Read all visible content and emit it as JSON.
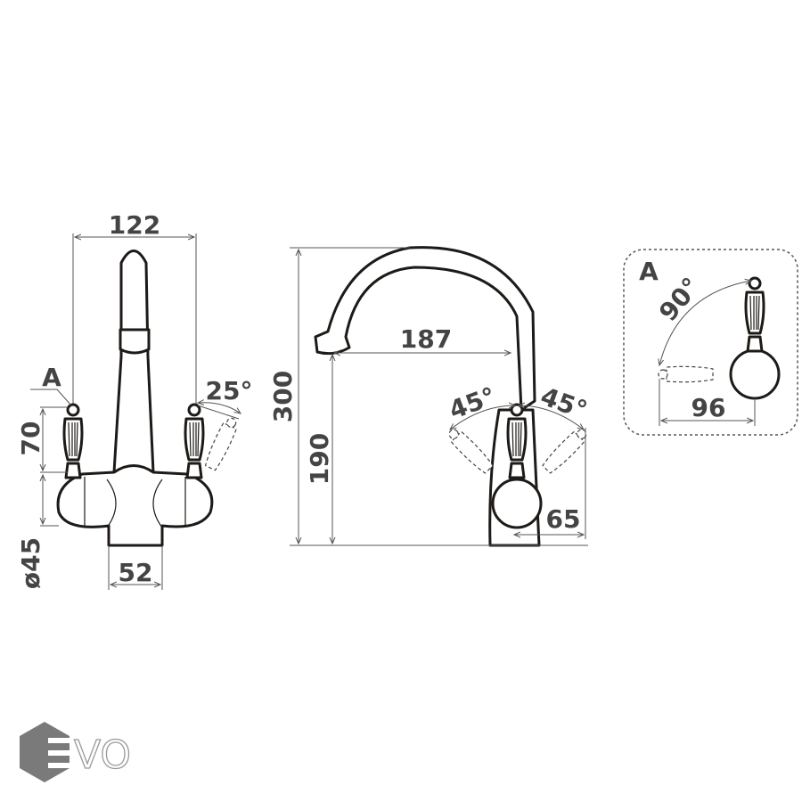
{
  "front_view": {
    "width_label": "122",
    "handle_height_label": "70",
    "base_diameter_label": "ø45",
    "base_width_label": "52",
    "rotation_label": "25°",
    "detail_marker": "A"
  },
  "side_view": {
    "total_height_label": "300",
    "spout_height_label": "190",
    "spout_reach_label": "187",
    "left_angle_label": "45°",
    "right_angle_label": "45°",
    "base_depth_label": "65"
  },
  "detail_view": {
    "marker": "A",
    "angle_label": "90°",
    "handle_length_label": "96"
  },
  "logo": {
    "text": "EVO",
    "colors": {
      "hexagon": "#7a7a7a",
      "outline": "#999999"
    }
  }
}
